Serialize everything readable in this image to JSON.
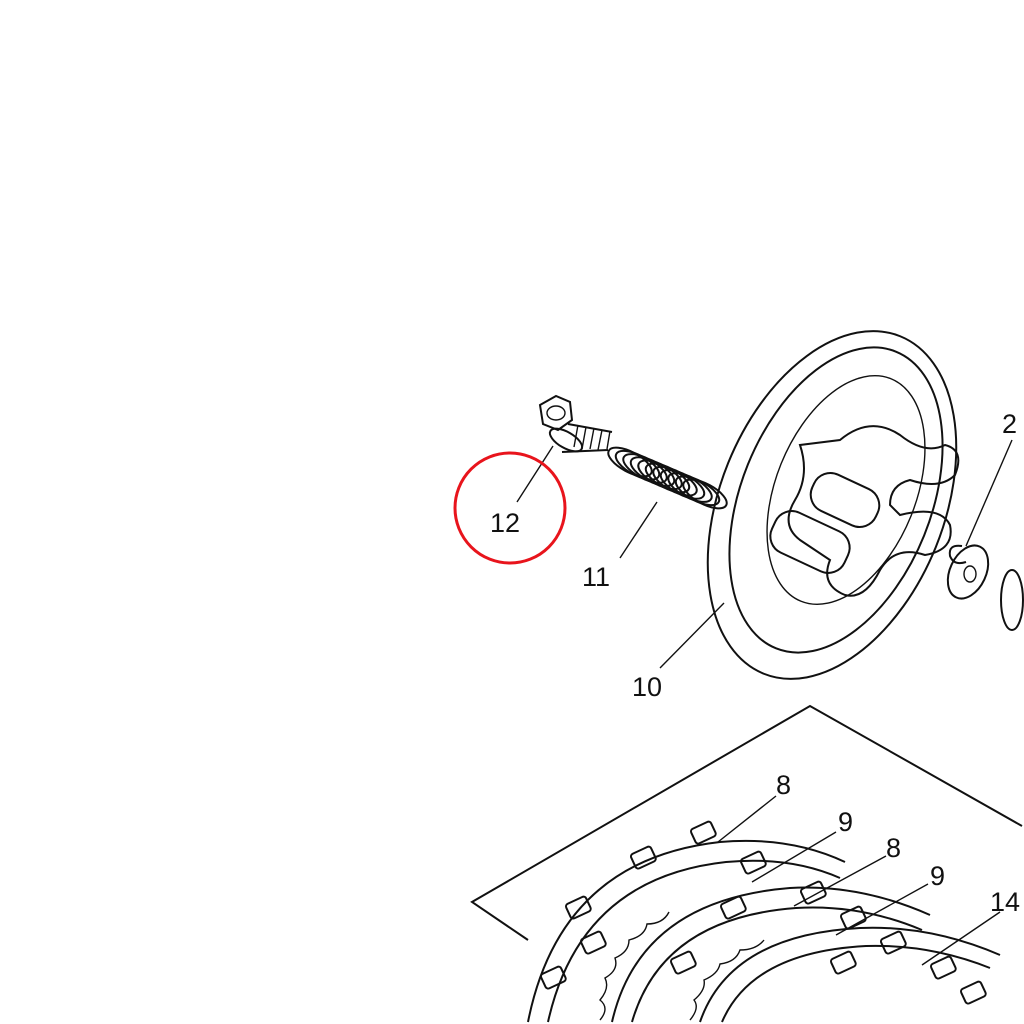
{
  "diagram": {
    "type": "exploded-parts-diagram",
    "highlight_color": "#e8141c",
    "highlighted_part": "12",
    "callouts": [
      {
        "id": "bolt",
        "label": "12"
      },
      {
        "id": "spring",
        "label": "11"
      },
      {
        "id": "pressure-plate",
        "label": "10"
      },
      {
        "id": "circlip",
        "label": "2"
      },
      {
        "id": "friction-plate-1",
        "label": "8"
      },
      {
        "id": "clutch-plate-1",
        "label": "9"
      },
      {
        "id": "friction-plate-2",
        "label": "8"
      },
      {
        "id": "clutch-plate-2",
        "label": "9"
      },
      {
        "id": "friction-plate-3",
        "label": "14"
      }
    ]
  }
}
